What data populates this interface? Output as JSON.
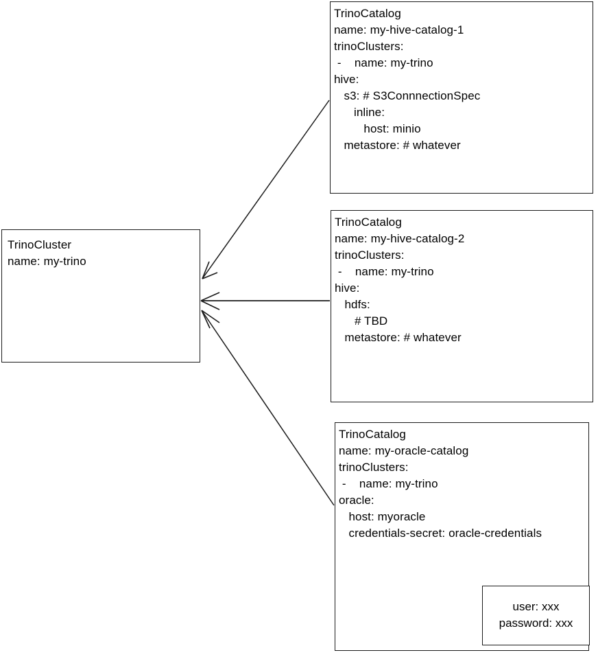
{
  "diagram": {
    "type": "entity-relationship-sketch",
    "background_color": "#ffffff",
    "stroke_color": "#1a1a1a",
    "text_color": "#000000",
    "cluster": {
      "title": "TrinoCluster",
      "lines": [
        "TrinoCluster",
        "name: my-trino"
      ]
    },
    "catalogs": [
      {
        "id": "hive-catalog-1",
        "title": "TrinoCatalog",
        "lines": [
          "TrinoCatalog",
          "name: my-hive-catalog-1",
          "trinoClusters:",
          " -    name: my-trino",
          "hive:",
          "   s3: # S3ConnnectionSpec",
          "      inline:",
          "         host: minio",
          "   metastore: # whatever"
        ]
      },
      {
        "id": "hive-catalog-2",
        "title": "TrinoCatalog",
        "lines": [
          "TrinoCatalog",
          "name: my-hive-catalog-2",
          "trinoClusters:",
          " -    name: my-trino",
          "hive:",
          "   hdfs:",
          "      # TBD",
          "   metastore: # whatever"
        ]
      },
      {
        "id": "oracle-catalog",
        "title": "TrinoCatalog",
        "lines": [
          "TrinoCatalog",
          "name: my-oracle-catalog",
          "trinoClusters:",
          " -    name: my-trino",
          "oracle:",
          "   host: myoracle",
          "   credentials-secret: oracle-credentials"
        ]
      }
    ],
    "secret": {
      "id": "oracle-credentials-secret",
      "lines": [
        "user: xxx",
        "password: xxx"
      ]
    },
    "connections": [
      {
        "id": "catalog1-to-cluster",
        "from": "hive-catalog-1",
        "to": "cluster",
        "arrow": "end"
      },
      {
        "id": "catalog2-to-cluster",
        "from": "hive-catalog-2",
        "to": "cluster",
        "arrow": "end"
      },
      {
        "id": "catalog3-to-cluster",
        "from": "oracle-catalog",
        "to": "cluster",
        "arrow": "end"
      },
      {
        "id": "credentials-to-secret",
        "from": "oracle-catalog",
        "to": "oracle-credentials-secret",
        "arrow": "end"
      }
    ]
  }
}
